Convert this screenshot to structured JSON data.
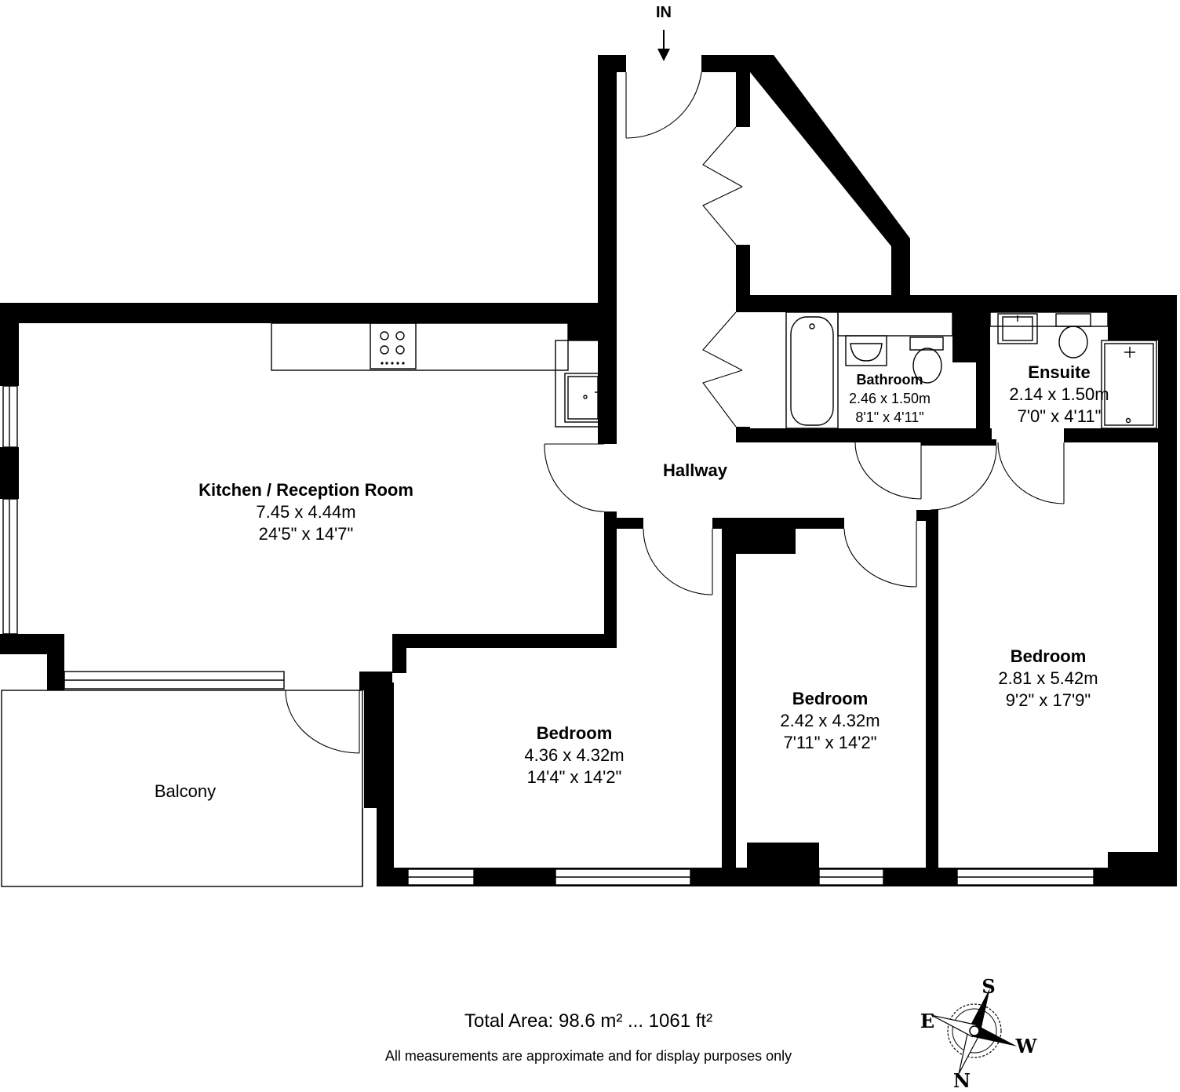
{
  "entrance_label": "IN",
  "rooms": {
    "kitchen": {
      "name": "Kitchen / Reception Room",
      "metric": "7.45 x 4.44m",
      "imperial": "24'5\" x 14'7\""
    },
    "hallway": {
      "name": "Hallway"
    },
    "bathroom": {
      "name": "Bathroom",
      "metric": "2.46 x 1.50m",
      "imperial": "8'1\" x 4'11\""
    },
    "ensuite": {
      "name": "Ensuite",
      "metric": "2.14 x 1.50m",
      "imperial": "7'0\" x 4'11\""
    },
    "bedroom1": {
      "name": "Bedroom",
      "metric": "4.36 x 4.32m",
      "imperial": "14'4\" x 14'2\""
    },
    "bedroom2": {
      "name": "Bedroom",
      "metric": "2.42 x 4.32m",
      "imperial": "7'11\" x 14'2\""
    },
    "bedroom3": {
      "name": "Bedroom",
      "metric": "2.81 x 5.42m",
      "imperial": "9'2\" x 17'9\""
    },
    "balcony": {
      "name": "Balcony"
    }
  },
  "footer": {
    "total_area": "Total Area: 98.6 m² ... 1061 ft²",
    "disclaimer": "All measurements are approximate and for display purposes only"
  },
  "compass": {
    "north": "N",
    "south": "S",
    "east": "E",
    "west": "W"
  }
}
